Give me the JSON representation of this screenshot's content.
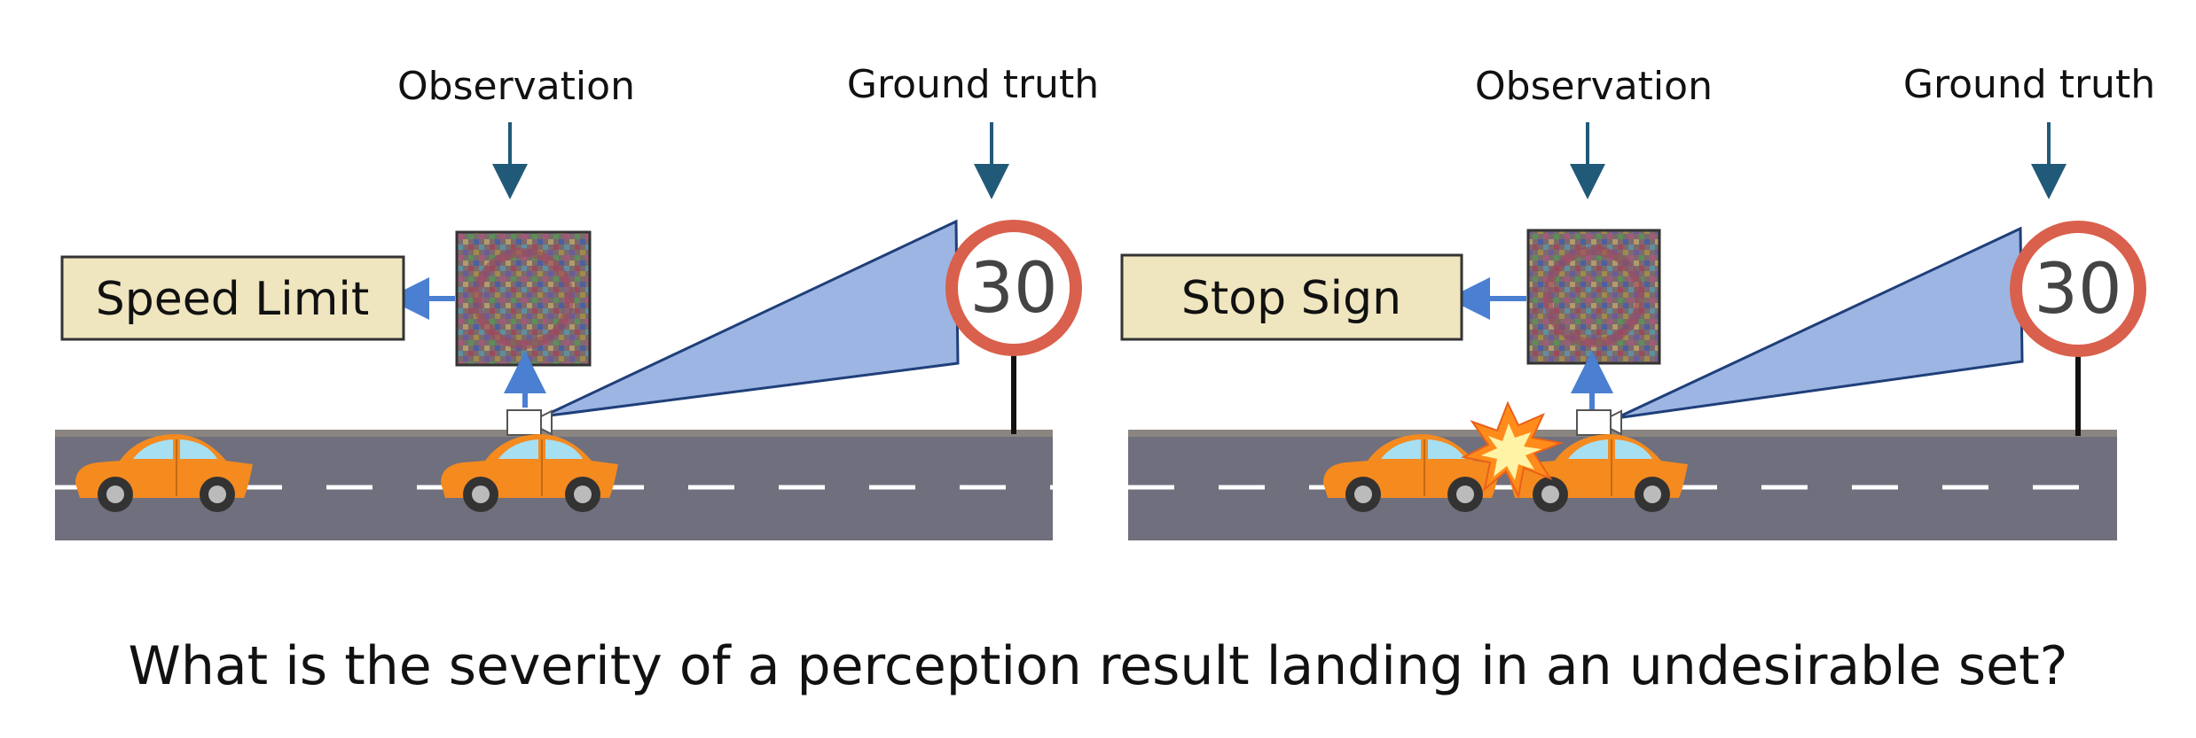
{
  "panels": [
    {
      "observation_label": "Observation",
      "ground_truth_label": "Ground truth",
      "classification": "Speed Limit",
      "sign_value": "30"
    },
    {
      "observation_label": "Observation",
      "ground_truth_label": "Ground truth",
      "classification": "Stop Sign",
      "sign_value": "30"
    }
  ],
  "question": "What is the severity of a perception result landing in an undesirable set?",
  "colors": {
    "road": "#6f6f7d",
    "road_edge": "#8a8580",
    "car_body": "#f58a1f",
    "car_window": "#a7dff2",
    "label_box": "#efe6c0",
    "view_cone": "#9db5e2",
    "arrow_blue": "#4a7fd1",
    "pointer_arrow": "#215a78",
    "sign_ring": "#d9604c",
    "explosion_outer": "#ff8c1a",
    "explosion_inner": "#fff3a6"
  }
}
